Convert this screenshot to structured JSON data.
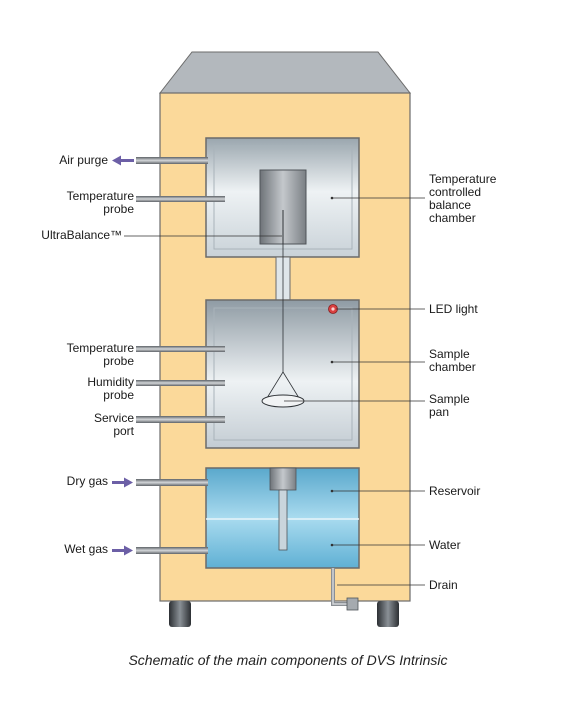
{
  "labels": {
    "air_purge": "Air purge",
    "temperature_probe_top": [
      "Temperature",
      "probe"
    ],
    "ultrabalance": "UltraBalance™",
    "temperature_probe_mid": [
      "Temperature",
      "probe"
    ],
    "humidity_probe": [
      "Humidity",
      "probe"
    ],
    "service_port": [
      "Service",
      "port"
    ],
    "dry_gas": "Dry gas",
    "wet_gas": "Wet gas",
    "balance_chamber": [
      "Temperature",
      "controlled",
      "balance",
      "chamber"
    ],
    "led_light": "LED light",
    "sample_chamber": [
      "Sample",
      "chamber"
    ],
    "sample_pan": [
      "Sample",
      "pan"
    ],
    "reservoir": "Reservoir",
    "water": "Water",
    "drain": "Drain"
  },
  "caption": "Schematic of the main components of DVS Intrinsic",
  "colors": {
    "cabinet": "#fbd99a",
    "cabinet_edge": "#6b6b6b",
    "top_face": "#b3b8bd",
    "chamber_glass": "#dfe6ea",
    "water": "#7fc3dc",
    "arrow": "#6c5fa6",
    "tube": "#8a8f94",
    "led": "#d94040"
  }
}
